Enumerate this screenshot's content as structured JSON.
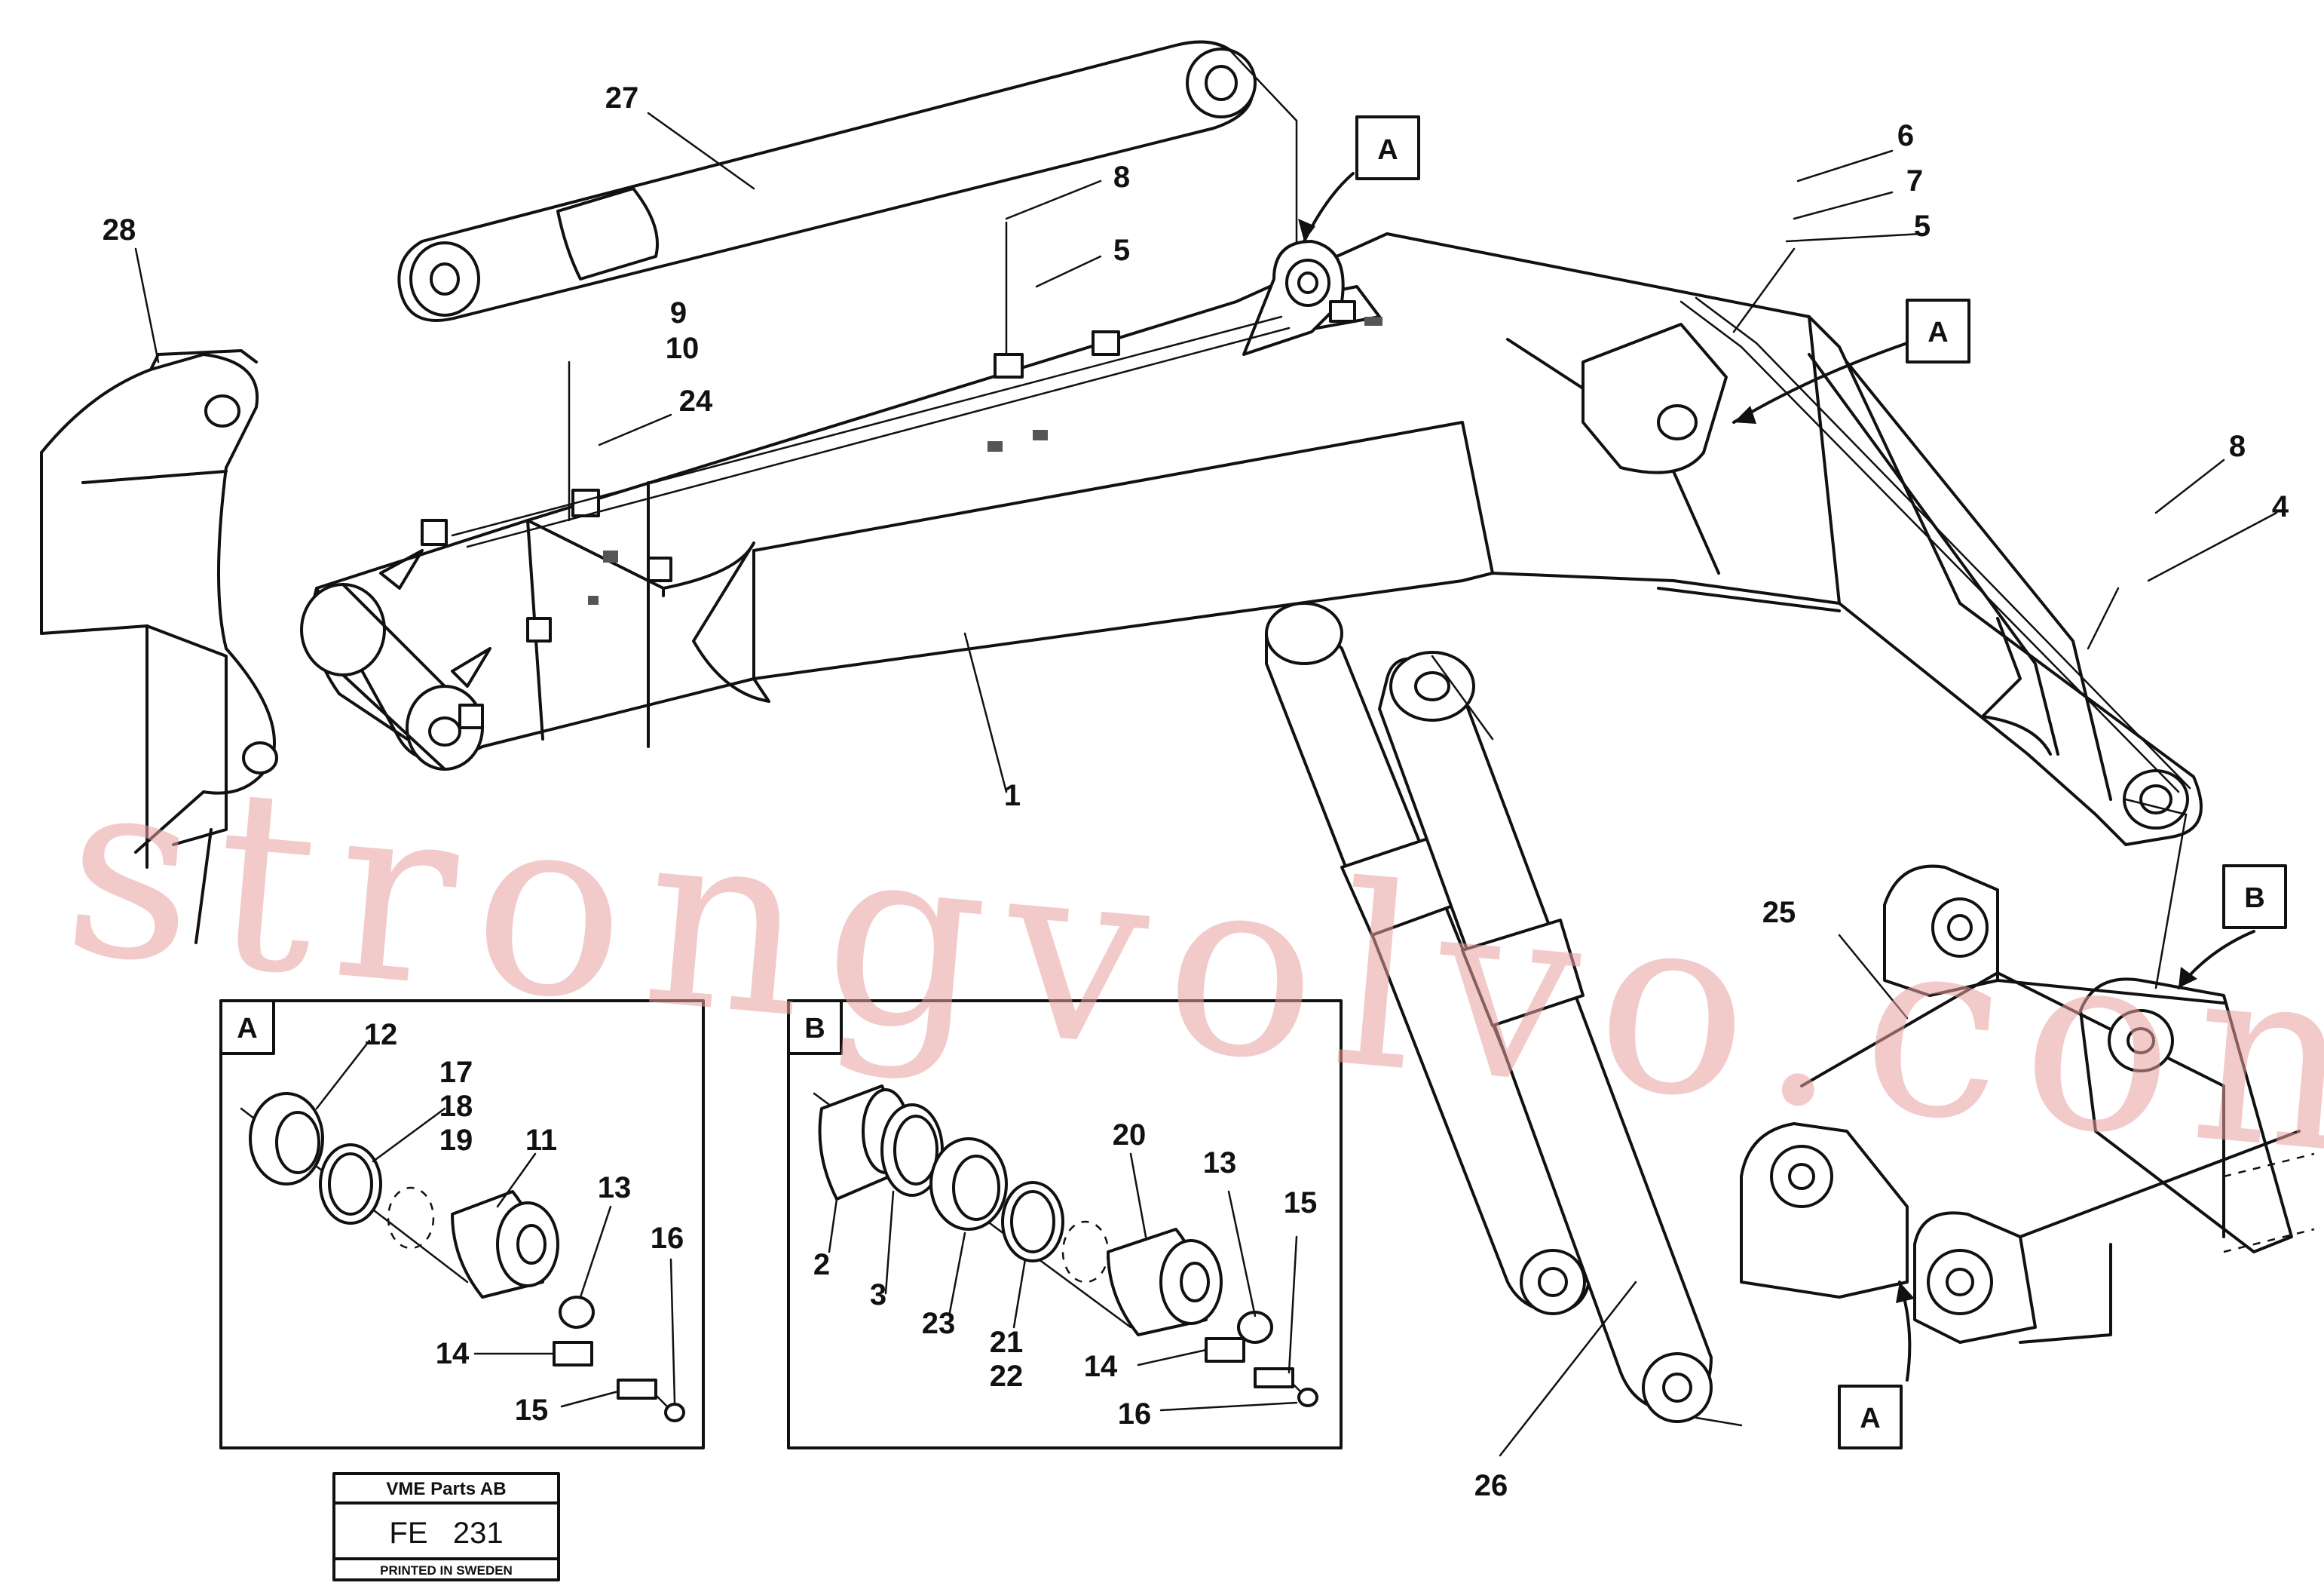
{
  "callouts": {
    "n1": "1",
    "n2": "2",
    "n3": "3",
    "n4": "4",
    "n5_top": "5",
    "n5_right": "5",
    "n6": "6",
    "n7": "7",
    "n8_top": "8",
    "n8_right": "8",
    "n9": "9",
    "n10": "10",
    "n11": "11",
    "n12": "12",
    "n13_a": "13",
    "n13_b": "13",
    "n14_a": "14",
    "n14_b": "14",
    "n15_a": "15",
    "n15_b": "15",
    "n16_a": "16",
    "n16_b": "16",
    "n17": "17",
    "n18": "18",
    "n19": "19",
    "n20": "20",
    "n21": "21",
    "n22": "22",
    "n23": "23",
    "n24": "24",
    "n25": "25",
    "n26": "26",
    "n27": "27",
    "n28": "28"
  },
  "detail_refs": {
    "A_top": "A",
    "A_right": "A",
    "A_bottom": "A",
    "B_right": "B",
    "inset_A": "A",
    "inset_B": "B"
  },
  "stamp": {
    "company": "VME Parts AB",
    "code": "FE   231",
    "printed": "PRINTED IN SWEDEN"
  },
  "watermark": "strongvolvo.com"
}
